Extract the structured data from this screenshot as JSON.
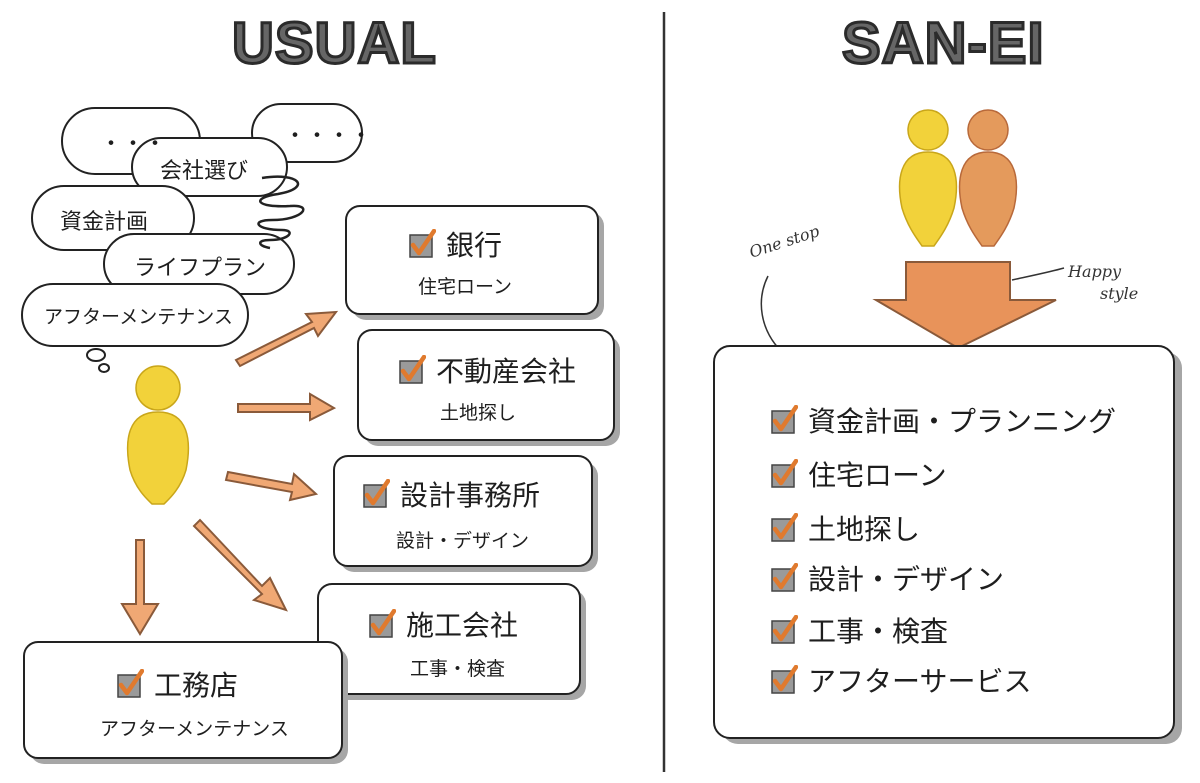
{
  "usual": {
    "title": "USUAL",
    "bubbles": [
      "・・・",
      "・・・・",
      "会社選び",
      "資金計画",
      "ライフプラン",
      "アフターメンテナンス"
    ],
    "boxes": [
      {
        "heading": "銀行",
        "sub": "住宅ローン"
      },
      {
        "heading": "不動産会社",
        "sub": "土地探し"
      },
      {
        "heading": "設計事務所",
        "sub": "設計・デザイン"
      },
      {
        "heading": "施工会社",
        "sub": "工事・検査"
      },
      {
        "heading": "工務店",
        "sub": "アフターメンテナンス"
      }
    ]
  },
  "sanei": {
    "title": "SAN-EI",
    "note_left": "One stop",
    "note_right_1": "Happy",
    "note_right_2": "style",
    "items": [
      "資金計画・プランニング",
      "住宅ローン",
      "土地探し",
      "設計・デザイン",
      "工事・検査",
      "アフターサービス"
    ]
  },
  "colors": {
    "yellow": "#f2d23a",
    "orange": "#e49a5c",
    "arrow": "#f0a874",
    "check": "#e07a2e",
    "box": "#9a9a9a"
  }
}
